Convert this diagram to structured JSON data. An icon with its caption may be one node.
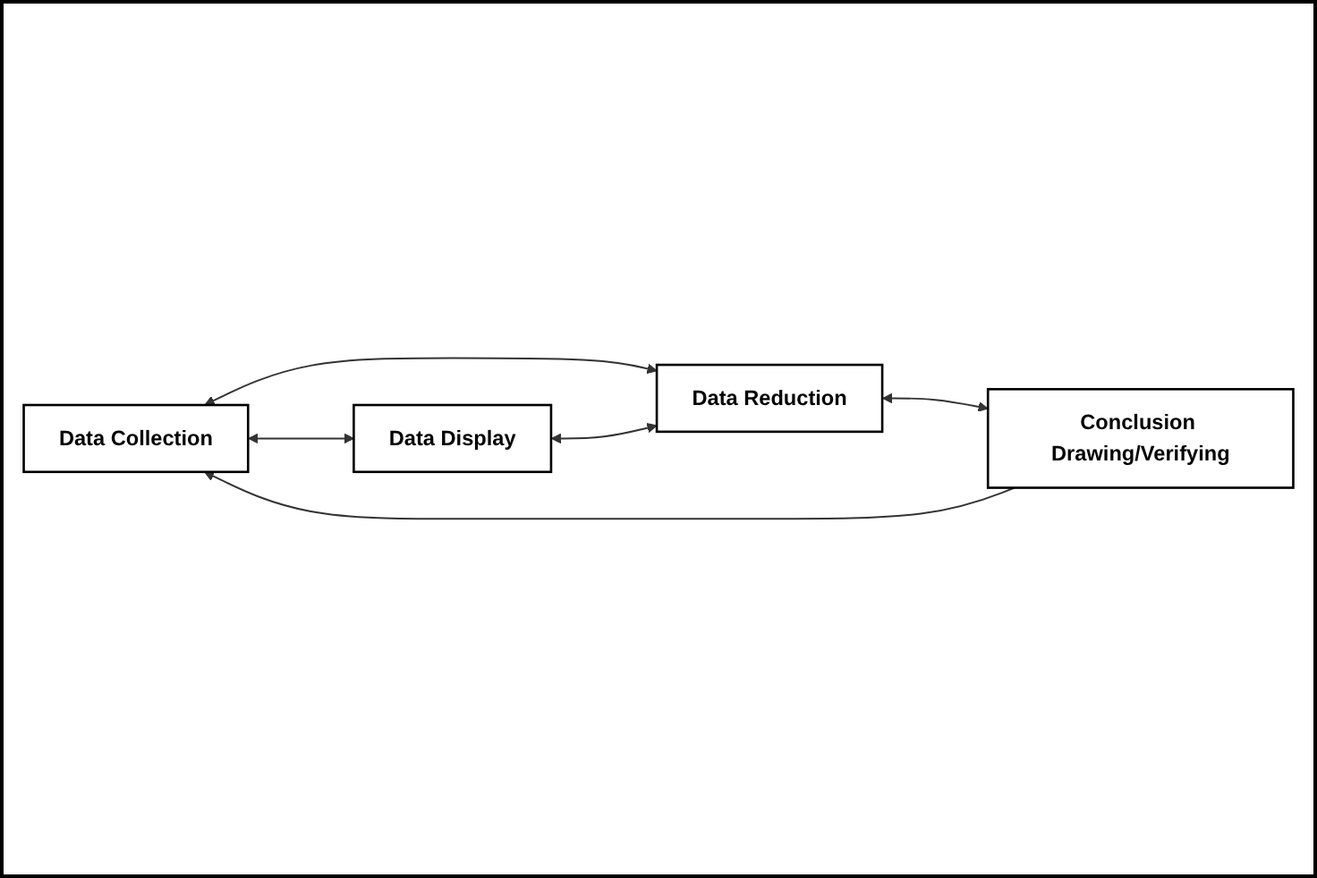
{
  "diagram": {
    "nodes": [
      {
        "text": [
          "Data Collection"
        ]
      },
      {
        "text": [
          "Data Display"
        ]
      },
      {
        "text": [
          "Data Reduction"
        ]
      },
      {
        "text": [
          "Conclusion Drawing/Verifying"
        ]
      }
    ],
    "edges": [
      {
        "from": 0,
        "to": 1,
        "arrow": "both"
      },
      {
        "from": 0,
        "to": 2,
        "arrow": "both"
      },
      {
        "from": 1,
        "to": 2,
        "arrow": "both"
      },
      {
        "from": 2,
        "to": 3,
        "arrow": "both"
      },
      {
        "from": 3,
        "to": 0,
        "arrow": "to"
      }
    ]
  }
}
